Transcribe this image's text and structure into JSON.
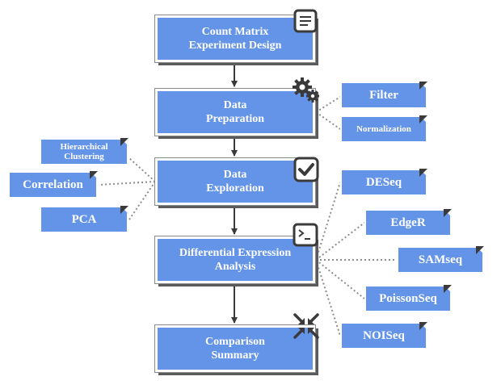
{
  "steps": {
    "count_matrix": {
      "line1": "Count Matrix",
      "line2": "Experiment Design"
    },
    "data_preparation": {
      "line1": "Data",
      "line2": "Preparation"
    },
    "data_exploration": {
      "line1": "Data",
      "line2": "Exploration"
    },
    "differential_expression": {
      "line1": "Differential Expression",
      "line2": "Analysis"
    },
    "comparison_summary": {
      "line1": "Comparison",
      "line2": "Summary"
    }
  },
  "preparation_methods": [
    "Filter",
    "Normalization"
  ],
  "exploration_methods": {
    "hierarchical_line1": "Hierarchical",
    "hierarchical_line2": "Clustering",
    "correlation": "Correlation",
    "pca": "PCA"
  },
  "de_methods": [
    "DESeq",
    "EdgeR",
    "SAMseq",
    "PoissonSeq",
    "NOISeq"
  ],
  "icons": {
    "count_matrix": "document-icon",
    "data_preparation": "gears-icon",
    "data_exploration": "checkmark-icon",
    "differential_expression": "terminal-icon",
    "comparison_summary": "compress-arrows-icon"
  },
  "colors": {
    "box_fill": "#6494e8",
    "text": "#ffffff",
    "connector": "#3a3a3a",
    "dotted_line": "#8c8c8c"
  }
}
